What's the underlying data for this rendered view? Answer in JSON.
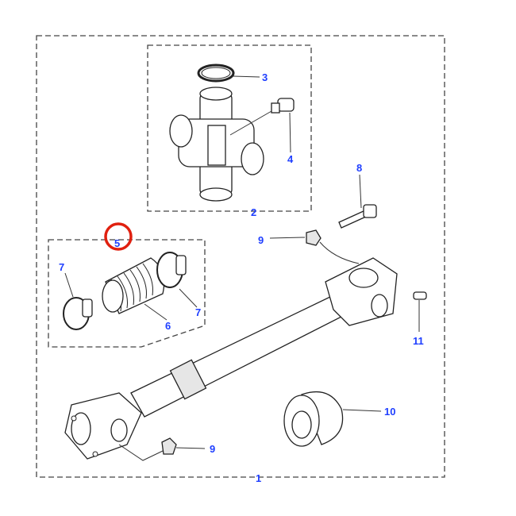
{
  "diagram": {
    "title": "Propeller shaft assembly exploded view",
    "callouts": {
      "c1": "1",
      "c2": "2",
      "c3": "3",
      "c4": "4",
      "c5": "5",
      "c6": "6",
      "c7a": "7",
      "c7b": "7",
      "c8": "8",
      "c9a": "9",
      "c9b": "9",
      "c10": "10",
      "c11": "11"
    },
    "highlight_color": "#e0200f",
    "callout_color": "#1f3fff"
  }
}
